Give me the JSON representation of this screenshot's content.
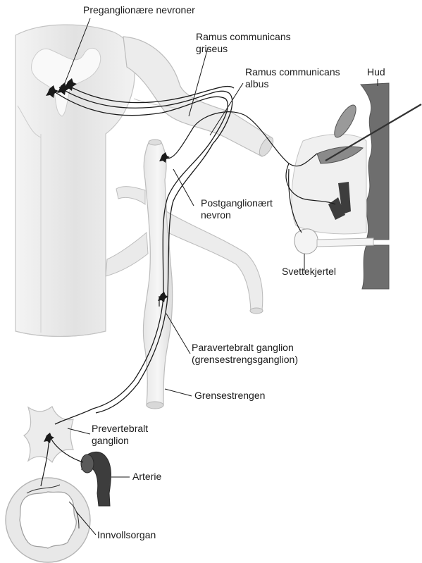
{
  "labels": {
    "preganglionic": "Preganglionære nevroner",
    "ramus_griseus_1": "Ramus communicans",
    "ramus_griseus_2": "griseus",
    "ramus_albus_1": "Ramus communicans",
    "ramus_albus_2": "albus",
    "skin": "Hud",
    "postganglionic_1": "Postganglionært",
    "postganglionic_2": "nevron",
    "sweat_gland": "Svettekjertel",
    "paravertebral_1": "Paravertebralt ganglion",
    "paravertebral_2": "(grensestrengsganglion)",
    "sympathetic_trunk": "Grensestrengen",
    "prevertebral_1": "Prevertebralt",
    "prevertebral_2": "ganglion",
    "artery": "Arterie",
    "visceral_organ": "Innvollsorgan"
  },
  "colors": {
    "tissue_light": "#ececec",
    "tissue_outline": "#b8b8b8",
    "skin_dark": "#6e6e6e",
    "vessel_dark": "#3d3d3d",
    "nerve_line": "#1a1a1a",
    "text": "#1a1a1a"
  }
}
